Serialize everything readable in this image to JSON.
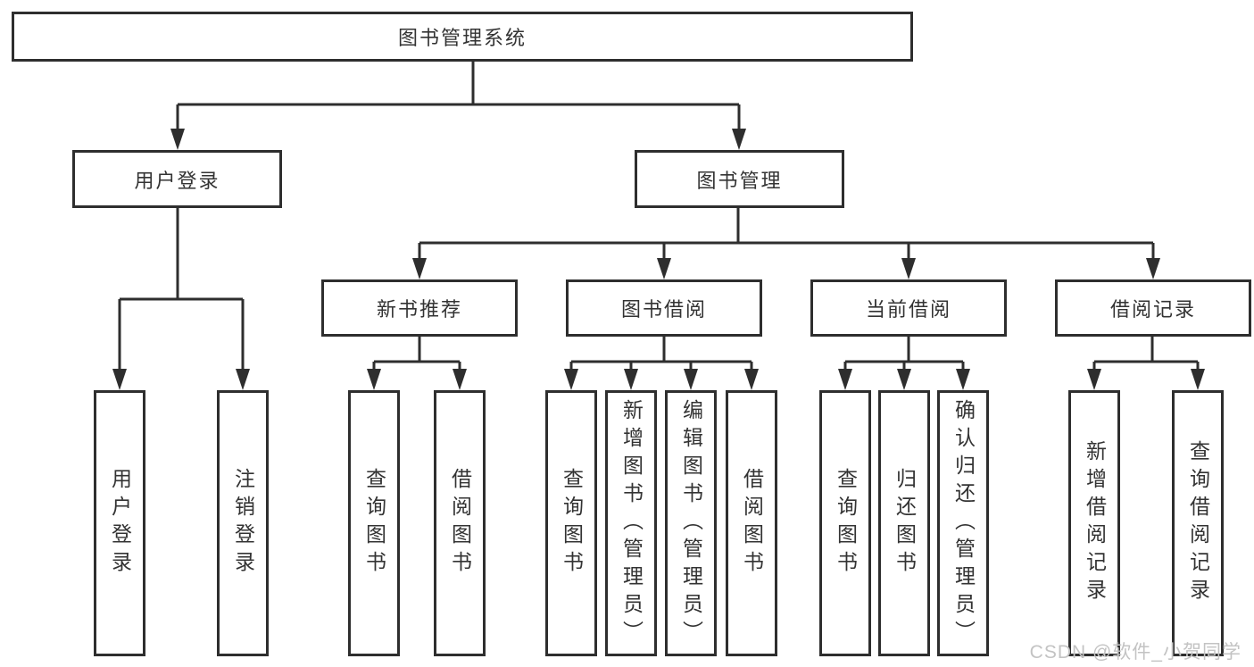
{
  "diagram": {
    "type": "hierarchy-tree",
    "title": "图书管理系统"
  },
  "nodes": [
    {
      "id": "root",
      "label": "图书管理系统",
      "parent": null
    },
    {
      "id": "user-login",
      "label": "用户登录",
      "parent": "root"
    },
    {
      "id": "book-management",
      "label": "图书管理",
      "parent": "root"
    },
    {
      "id": "new-book-recommend",
      "label": "新书推荐",
      "parent": "book-management"
    },
    {
      "id": "book-borrowing",
      "label": "图书借阅",
      "parent": "book-management"
    },
    {
      "id": "current-borrowing",
      "label": "当前借阅",
      "parent": "book-management"
    },
    {
      "id": "borrowing-records",
      "label": "借阅记录",
      "parent": "book-management"
    },
    {
      "id": "leaf-user-login",
      "label": "用户登录",
      "parent": "user-login"
    },
    {
      "id": "leaf-logout",
      "label": "注销登录",
      "parent": "user-login"
    },
    {
      "id": "leaf-query-books-1",
      "label": "查询图书",
      "parent": "new-book-recommend"
    },
    {
      "id": "leaf-borrow-books-1",
      "label": "借阅图书",
      "parent": "new-book-recommend"
    },
    {
      "id": "leaf-query-books-2",
      "label": "查询图书",
      "parent": "book-borrowing"
    },
    {
      "id": "leaf-add-book-admin",
      "label": "新增图书（管理员）",
      "parent": "book-borrowing"
    },
    {
      "id": "leaf-edit-book-admin",
      "label": "编辑图书（管理员）",
      "parent": "book-borrowing"
    },
    {
      "id": "leaf-borrow-books-2",
      "label": "借阅图书",
      "parent": "book-borrowing"
    },
    {
      "id": "leaf-query-books-3",
      "label": "查询图书",
      "parent": "current-borrowing"
    },
    {
      "id": "leaf-return-book",
      "label": "归还图书",
      "parent": "current-borrowing"
    },
    {
      "id": "leaf-confirm-return-admin",
      "label": "确认归还（管理员）",
      "parent": "current-borrowing"
    },
    {
      "id": "leaf-add-borrow-record",
      "label": "新增借阅记录",
      "parent": "borrowing-records"
    },
    {
      "id": "leaf-query-borrow-record",
      "label": "查询借阅记录",
      "parent": "borrowing-records"
    }
  ],
  "watermark": {
    "text": "CSDN @软件_小贺同学"
  },
  "colors": {
    "line": "#2e2e2e",
    "text": "#333333",
    "box_fill": "#ffffff",
    "background": "#ffffff",
    "watermark": "#c3c3c3"
  }
}
